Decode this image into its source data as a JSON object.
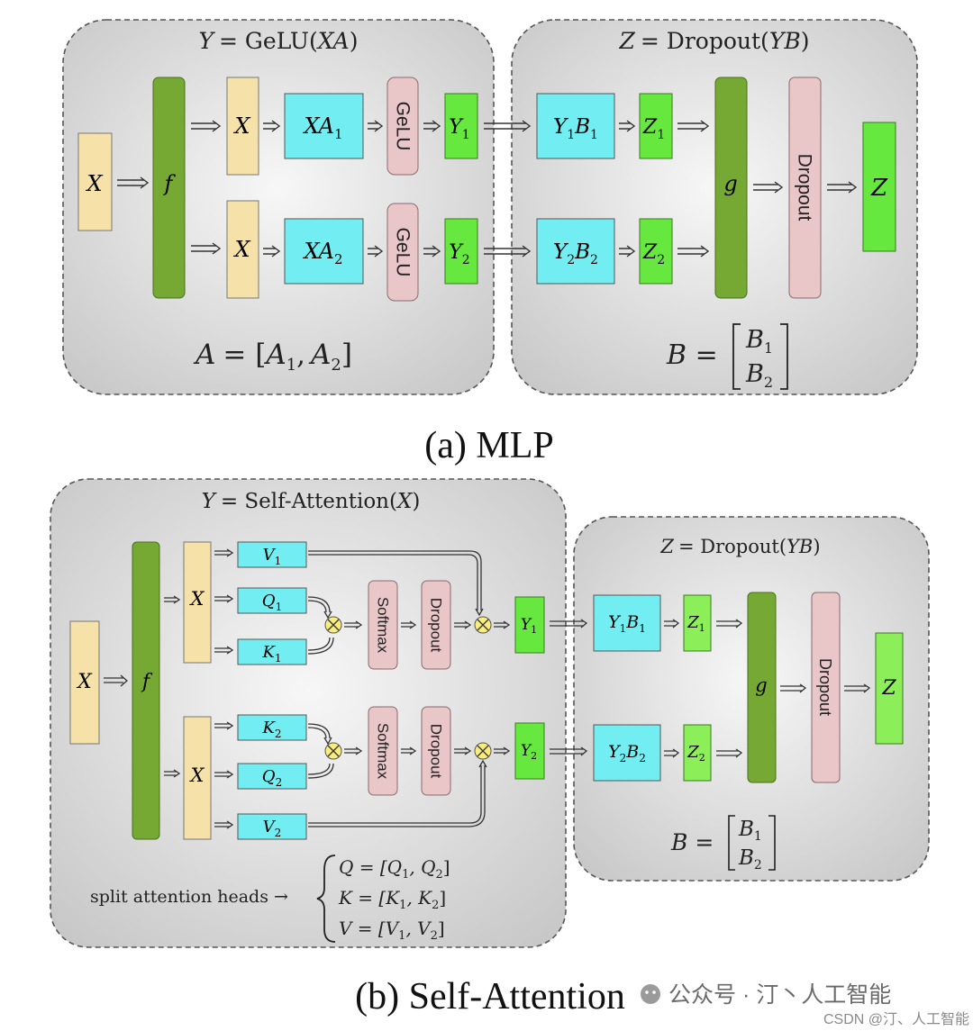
{
  "mlp": {
    "caption": "(a) MLP",
    "left": {
      "title_lhs": "Y",
      "title_rhs": "= GeLU(",
      "title_arg": "XA",
      "title_close": ")",
      "input_x": "X",
      "split_f": "f",
      "copy_x1": "X",
      "copy_x2": "X",
      "xa1_base": "XA",
      "xa1_sub": "1",
      "xa2_base": "XA",
      "xa2_sub": "2",
      "gelu1": "GeLU",
      "gelu2": "GeLU",
      "y1_base": "Y",
      "y1_sub": "1",
      "y2_base": "Y",
      "y2_sub": "2",
      "formula_lhs": "A",
      "formula_eq": "= [",
      "formula_a1": "A",
      "formula_a1_sub": "1",
      "formula_comma": ",",
      "formula_a2": "A",
      "formula_a2_sub": "2",
      "formula_close": "]"
    },
    "right": {
      "title_lhs": "Z",
      "title_rhs": "= Dropout(",
      "title_arg": "YB",
      "title_close": ")",
      "y1b1_a": "Y",
      "y1b1_a_sub": "1",
      "y1b1_b": "B",
      "y1b1_b_sub": "1",
      "y2b2_a": "Y",
      "y2b2_a_sub": "2",
      "y2b2_b": "B",
      "y2b2_b_sub": "2",
      "z1_base": "Z",
      "z1_sub": "1",
      "z2_base": "Z",
      "z2_sub": "2",
      "g": "g",
      "dropout": "Dropout",
      "z": "Z",
      "formula_lhs": "B =",
      "formula_b1": "B",
      "formula_b1_sub": "1",
      "formula_b2": "B",
      "formula_b2_sub": "2"
    }
  },
  "attention": {
    "caption": "(b) Self-Attention",
    "left": {
      "title_lhs": "Y",
      "title_rhs": "= Self-Attention(",
      "title_arg": "X",
      "title_close": ")",
      "input_x": "X",
      "split_f": "f",
      "copy_x1": "X",
      "copy_x2": "X",
      "v1": "V",
      "v1_sub": "1",
      "q1": "Q",
      "q1_sub": "1",
      "k1": "K",
      "k1_sub": "1",
      "k2": "K",
      "k2_sub": "2",
      "q2": "Q",
      "q2_sub": "2",
      "v2": "V",
      "v2_sub": "2",
      "softmax1": "Softmax",
      "softmax2": "Softmax",
      "dropout1": "Dropout",
      "dropout2": "Dropout",
      "y1": "Y",
      "y1_sub": "1",
      "y2": "Y",
      "y2_sub": "2",
      "split_label": "split attention heads →",
      "eq_q": "Q = [Q",
      "eq_q_s1": "1",
      "eq_q_mid": ", Q",
      "eq_q_s2": "2",
      "eq_q_end": "]",
      "eq_k": "K = [K",
      "eq_k_s1": "1",
      "eq_k_mid": ", K",
      "eq_k_s2": "2",
      "eq_k_end": "]",
      "eq_v": "V = [V",
      "eq_v_s1": "1",
      "eq_v_mid": ", V",
      "eq_v_s2": "2",
      "eq_v_end": "]"
    },
    "right": {
      "title_lhs": "Z",
      "title_rhs": "= Dropout(",
      "title_arg": "YB",
      "title_close": ")",
      "y1b1_a": "Y",
      "y1b1_a_sub": "1",
      "y1b1_b": "B",
      "y1b1_b_sub": "1",
      "y2b2_a": "Y",
      "y2b2_a_sub": "2",
      "y2b2_b": "B",
      "y2b2_b_sub": "2",
      "z1": "Z",
      "z1_sub": "1",
      "z2": "Z",
      "z2_sub": "2",
      "g": "g",
      "dropout": "Dropout",
      "z": "Z",
      "formula_lhs": "B =",
      "formula_b1": "B",
      "formula_b1_sub": "1",
      "formula_b2": "B",
      "formula_b2_sub": "2"
    }
  },
  "watermark": {
    "wechat": "公众号 · 汀丶人工智能",
    "csdn": "CSDN @汀、人工智能"
  },
  "colors": {
    "x_box": "#f6e2a8",
    "f_box": "#76a834",
    "cyan_box": "#72eef2",
    "pink_box": "#e9c6c8",
    "bright_green": "#66e83e",
    "light_green": "#8cef5a",
    "op_circle": "#f8ec7a",
    "panel_center": "#f4f4f4",
    "panel_edge": "#c9c9c9"
  }
}
